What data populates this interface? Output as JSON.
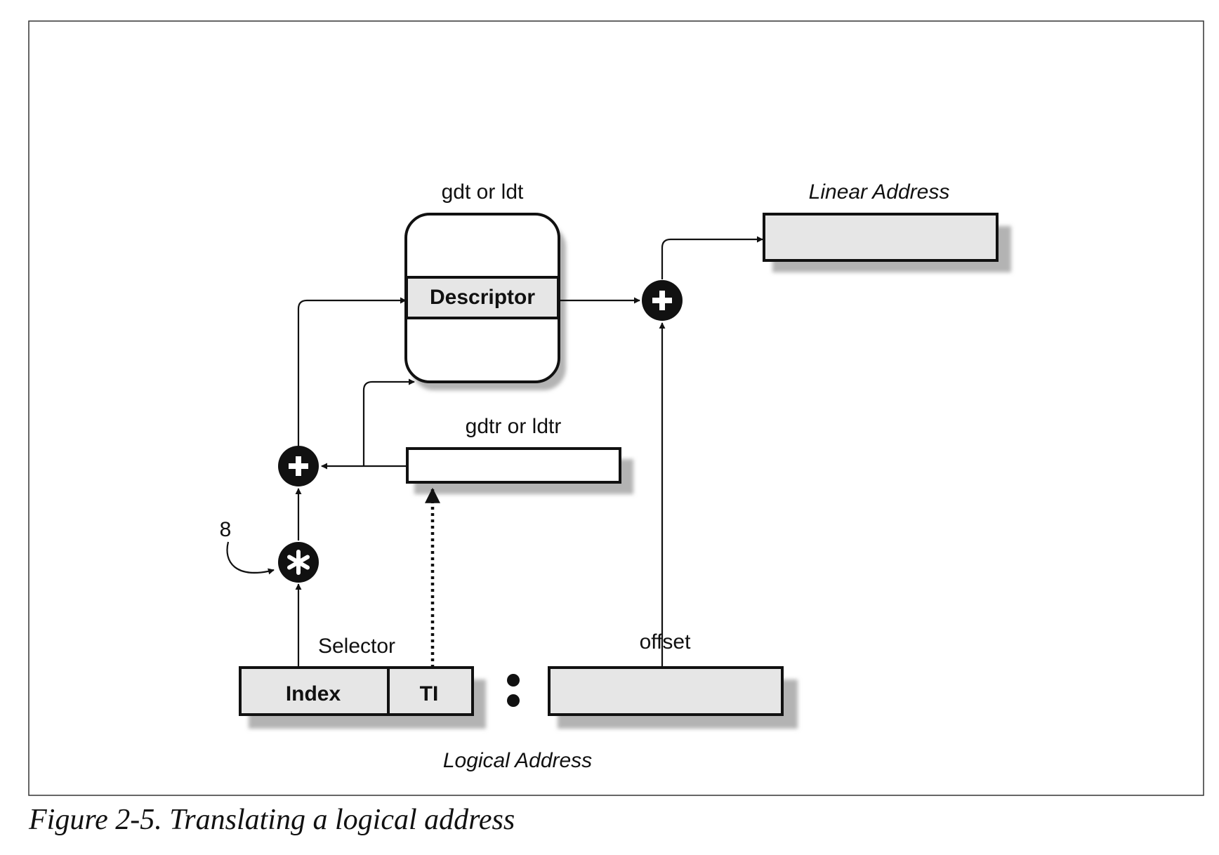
{
  "figure": {
    "caption": "Figure 2-5. Translating a logical address"
  },
  "labels": {
    "gdt_or_ldt": "gdt or ldt",
    "descriptor": "Descriptor",
    "linear_address": "Linear Address",
    "gdtr_or_ldtr": "gdtr or ldtr",
    "multiplier": "8",
    "selector": "Selector",
    "index": "Index",
    "ti": "TI",
    "offset": "offset",
    "logical_address": "Logical Address"
  },
  "operators": {
    "add": "+",
    "multiply": "*",
    "separator": ":"
  },
  "colors": {
    "ink": "#111111",
    "box_fill": "#e6e6e6",
    "shadow": "#b3b3b3",
    "frame": "#333333"
  }
}
